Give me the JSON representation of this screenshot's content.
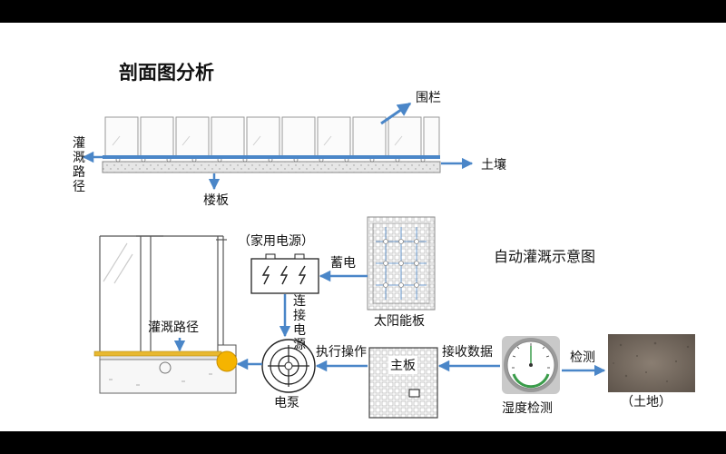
{
  "diagram": {
    "section_title": "剖面图分析",
    "labels": {
      "fence": "围栏",
      "irrigation_path_vertical": "灌溉路径",
      "soil": "土壤",
      "floor_slab": "楼板",
      "household_power": "（家用电源）",
      "charge": "蓄电",
      "solar_panel": "太阳能板",
      "auto_irrigation_title": "自动灌溉示意图",
      "connect_power": "连接电源",
      "irrigation_path": "灌溉路径",
      "execute_operation": "执行操作",
      "receive_data": "接收数据",
      "main_board": "主板",
      "detect": "检测",
      "electric_pump": "电泵",
      "humidity_detection": "湿度检测",
      "land": "（土地）"
    },
    "colors": {
      "arrow": "#4a86c8",
      "pipe": "#e8b830",
      "valve": "#f5b400",
      "soil": "#7a6e62"
    }
  }
}
